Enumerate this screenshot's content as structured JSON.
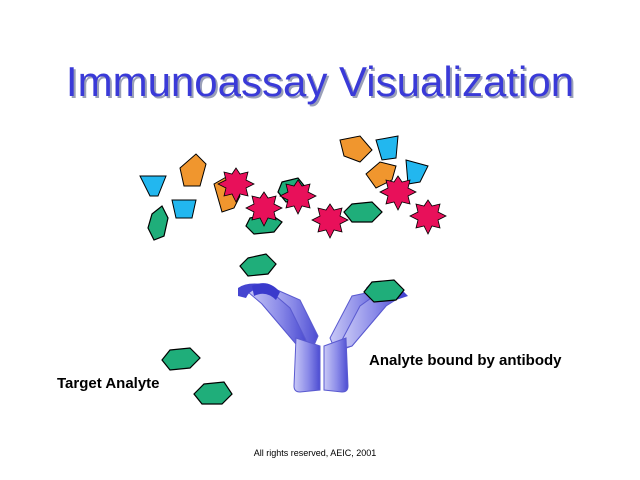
{
  "slide": {
    "title": "Immunoassay Visualization",
    "label_target": "Target Analyte",
    "label_bound": "Analyte bound by antibody",
    "copyright": "All rights reserved, AEIC, 2001"
  },
  "colors": {
    "title": "#3a3ad8",
    "analyte_hexagon": "#1fae7a",
    "orange_pentagon": "#f0962e",
    "blue_trapezoid": "#22b7ef",
    "magenta_star": "#e8105a",
    "antibody": "#6e6ee0"
  },
  "icons": {
    "analyte": "green-hexagon",
    "interferent_a": "orange-pentagon",
    "interferent_b": "blue-trapezoid",
    "interferent_c": "magenta-starburst",
    "antibody": "y-shaped-antibody"
  }
}
